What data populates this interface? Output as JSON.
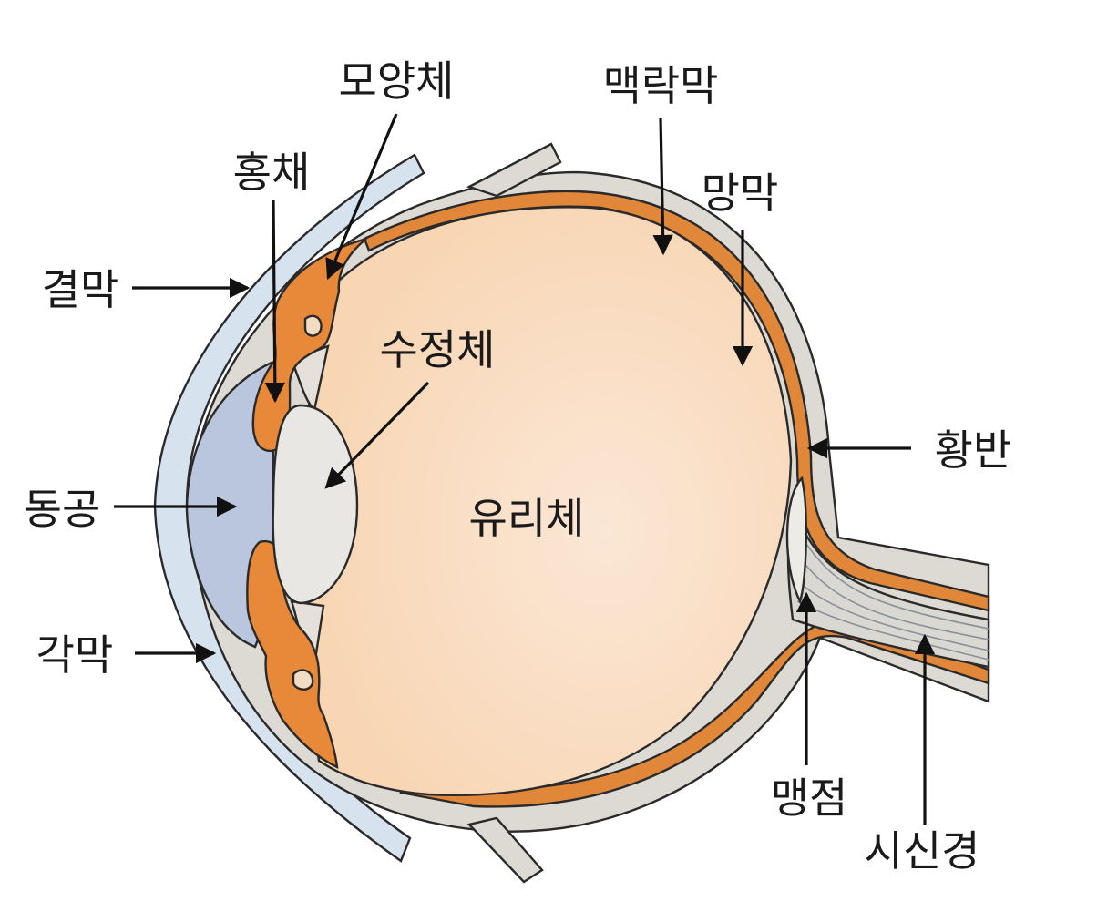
{
  "labels": {
    "ciliary_body": "모양체",
    "choroid": "맥락막",
    "iris": "홍채",
    "retina": "망막",
    "conjunctiva": "결막",
    "lens": "수정체",
    "macula": "황반",
    "pupil": "동공",
    "vitreous": "유리체",
    "cornea": "각막",
    "blind_spot": "맹점",
    "optic_nerve": "시신경"
  },
  "colors": {
    "vitreous": "#f8d6b4",
    "vitreous_highlight": "#fbe7d6",
    "sclera": "#dcdad2",
    "conjunctiva": "#d6e3ef",
    "choroid": "#e0873a",
    "iris": "#e8893a",
    "cornea_chamber": "#b9c6dd",
    "lens": "#e9e7e4",
    "nerve": "#d9d8d2",
    "outline": "#2a2a2a",
    "arrow": "#111111"
  }
}
